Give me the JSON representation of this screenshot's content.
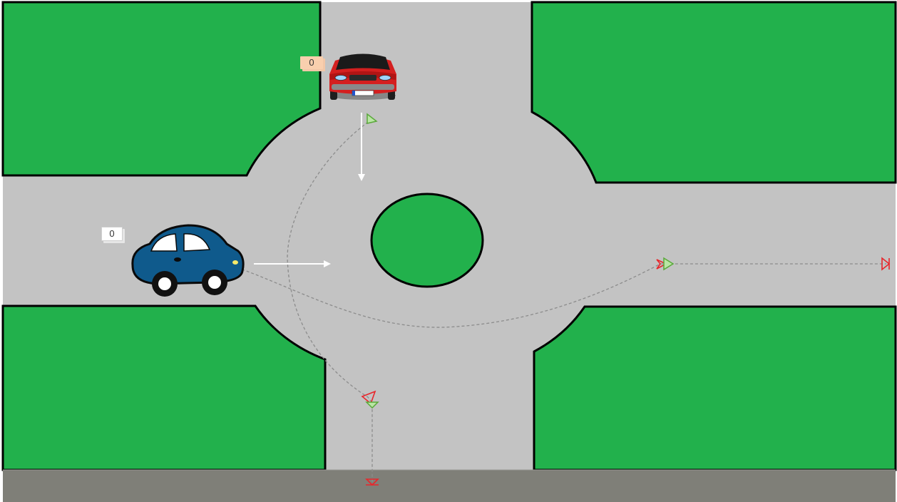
{
  "simulation": {
    "counters": [
      {
        "vehicle": "red car",
        "value": "0",
        "color": "#f9cfae"
      },
      {
        "vehicle": "blue car",
        "value": "0",
        "color": "#ffffff"
      }
    ]
  },
  "colors": {
    "grass": "#22b14c",
    "road": "#c3c3c3",
    "road_edge": "#000000",
    "sidewalk": "#7f7f78",
    "path": "#8c8c8c",
    "marker_start": "#6ab04c",
    "marker_end": "#e8262b",
    "red_car": "#d41f1f",
    "blue_car": "#0f5a8c"
  }
}
